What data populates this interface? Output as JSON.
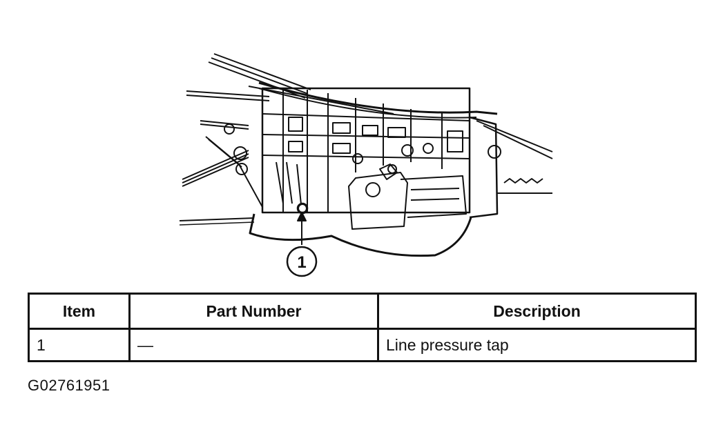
{
  "figure": {
    "callout_label": "1",
    "figure_id": "G02761951"
  },
  "parts_table": {
    "headers": {
      "item": "Item",
      "part_number": "Part Number",
      "description": "Description"
    },
    "rows": [
      {
        "item": "1",
        "part_number": "—",
        "description": "Line pressure tap"
      }
    ]
  }
}
